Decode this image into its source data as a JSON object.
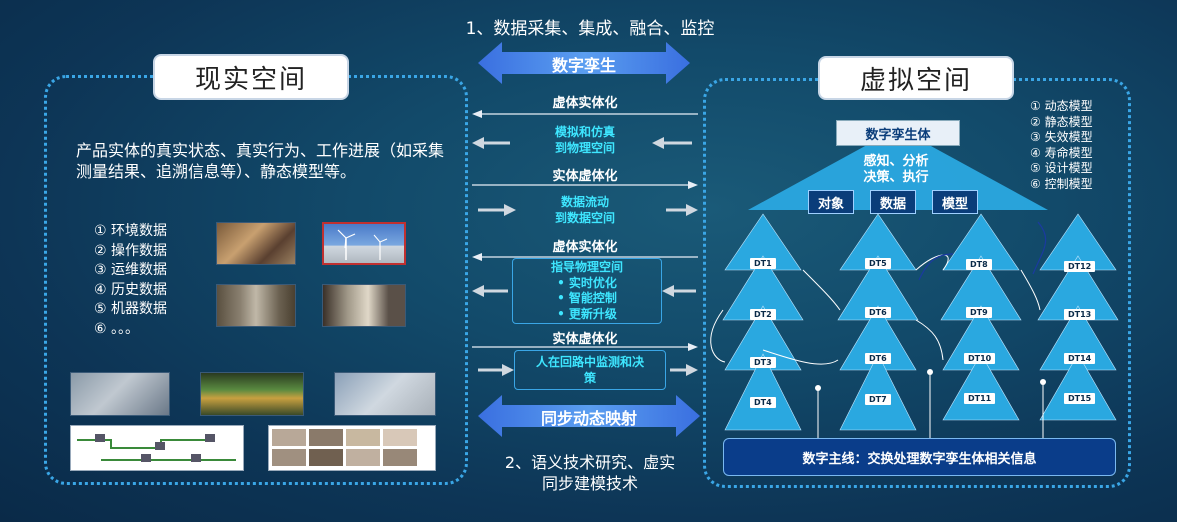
{
  "top_label": "1、数据采集、集成、融合、监控",
  "top_arrow_label": "数字孪生",
  "bottom_arrow_label": "同步动态映射",
  "bottom_label_line1": "2、语义技术研究、虚实",
  "bottom_label_line2": "同步建模技术",
  "left": {
    "title": "现实空间",
    "description": "产品实体的真实状态、真实行为、工作进展（如采集测量结果、追溯信息等）、静态模型等。",
    "items": [
      "① 环境数据",
      "② 操作数据",
      "③ 运维数据",
      "④ 历史数据",
      "⑤ 机器数据",
      "⑥ 。。。"
    ]
  },
  "middle": {
    "h1": "虚体实体化",
    "box1_line1": "模拟和仿真",
    "box1_line2": "到物理空间",
    "h2": "实体虚体化",
    "box2_line1": "数据流动",
    "box2_line2": "到数据空间",
    "h3": "虚体实体化",
    "box3_items": [
      "指导物理空间",
      "•  实时优化",
      "•  智能控制",
      "•  更新升级"
    ],
    "h4": "实体虚体化",
    "box4_line1": "人在回路中监测和决",
    "box4_line2": "策"
  },
  "right": {
    "title": "虚拟空间",
    "twin_title": "数字孪生体",
    "twin_line1": "感知、分析",
    "twin_line2": "决策、执行",
    "buttons": [
      "对象",
      "数据",
      "模型"
    ],
    "models": [
      "① 动态模型",
      "② 静态模型",
      "③ 失效模型",
      "④ 寿命模型",
      "⑤ 设计模型",
      "⑥ 控制模型"
    ],
    "dt_labels": [
      "DT1",
      "DT2",
      "DT3",
      "DT4",
      "DT5",
      "DT6",
      "DT6",
      "DT7",
      "DT8",
      "DT9",
      "DT10",
      "DT11",
      "DT12",
      "DT13",
      "DT14",
      "DT15"
    ],
    "thread_label": "数字主线：交换处理数字孪生体相关信息"
  },
  "colors": {
    "tree_fill": "#2aa8e0",
    "accent_blue": "#3a7fe0",
    "cyan_text": "#3ee6ff",
    "dotted_border": "#3aa6e6"
  }
}
